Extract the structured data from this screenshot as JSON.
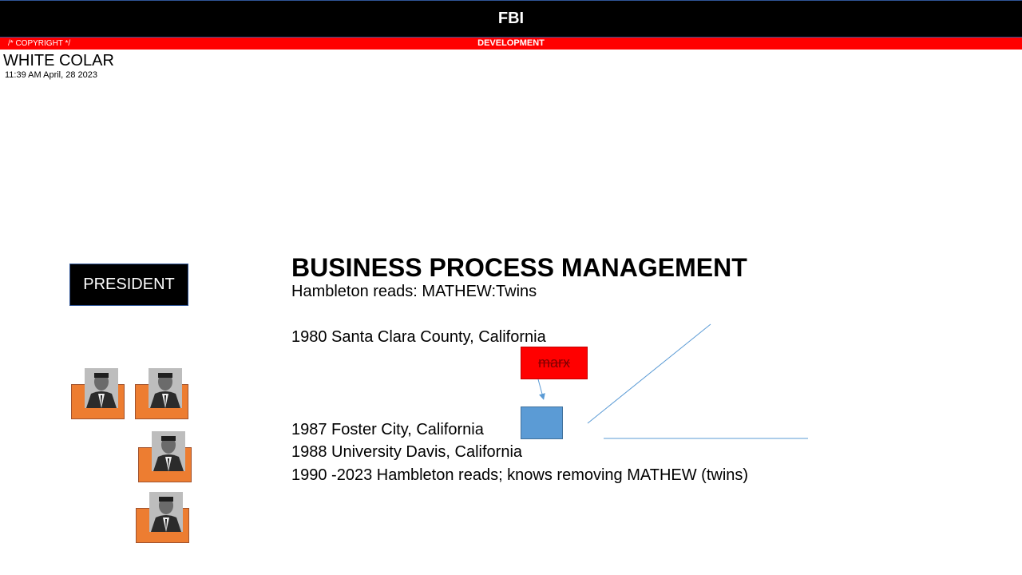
{
  "header": {
    "title": "FBI",
    "copyright": "/* COPYRIGHT */",
    "environment": "DEVELOPMENT"
  },
  "app": {
    "name": "WHITE COLAR",
    "timestamp": "11:39 AM April, 28 2023"
  },
  "org": {
    "president_label": "PRESIDENT"
  },
  "main": {
    "title": "BUSINESS PROCESS MANAGEMENT",
    "subtitle": "Hambleton reads: MATHEW:Twins",
    "line_1980": "1980 Santa Clara County, California",
    "line_1987": "1987   Foster City, California",
    "line_1988": "1988   University Davis, California",
    "line_1990": "1990 -2023   Hambleton reads; knows removing MATHEW (twins)"
  },
  "diagram": {
    "marx_label": "marx"
  },
  "colors": {
    "header_bg": "#000000",
    "banner_red": "#ff0000",
    "card_orange": "#ed7d31",
    "box_blue": "#5b9bd5",
    "line_blue": "#5b9bd5"
  },
  "icons": {
    "portrait": "person-portrait-icon"
  }
}
